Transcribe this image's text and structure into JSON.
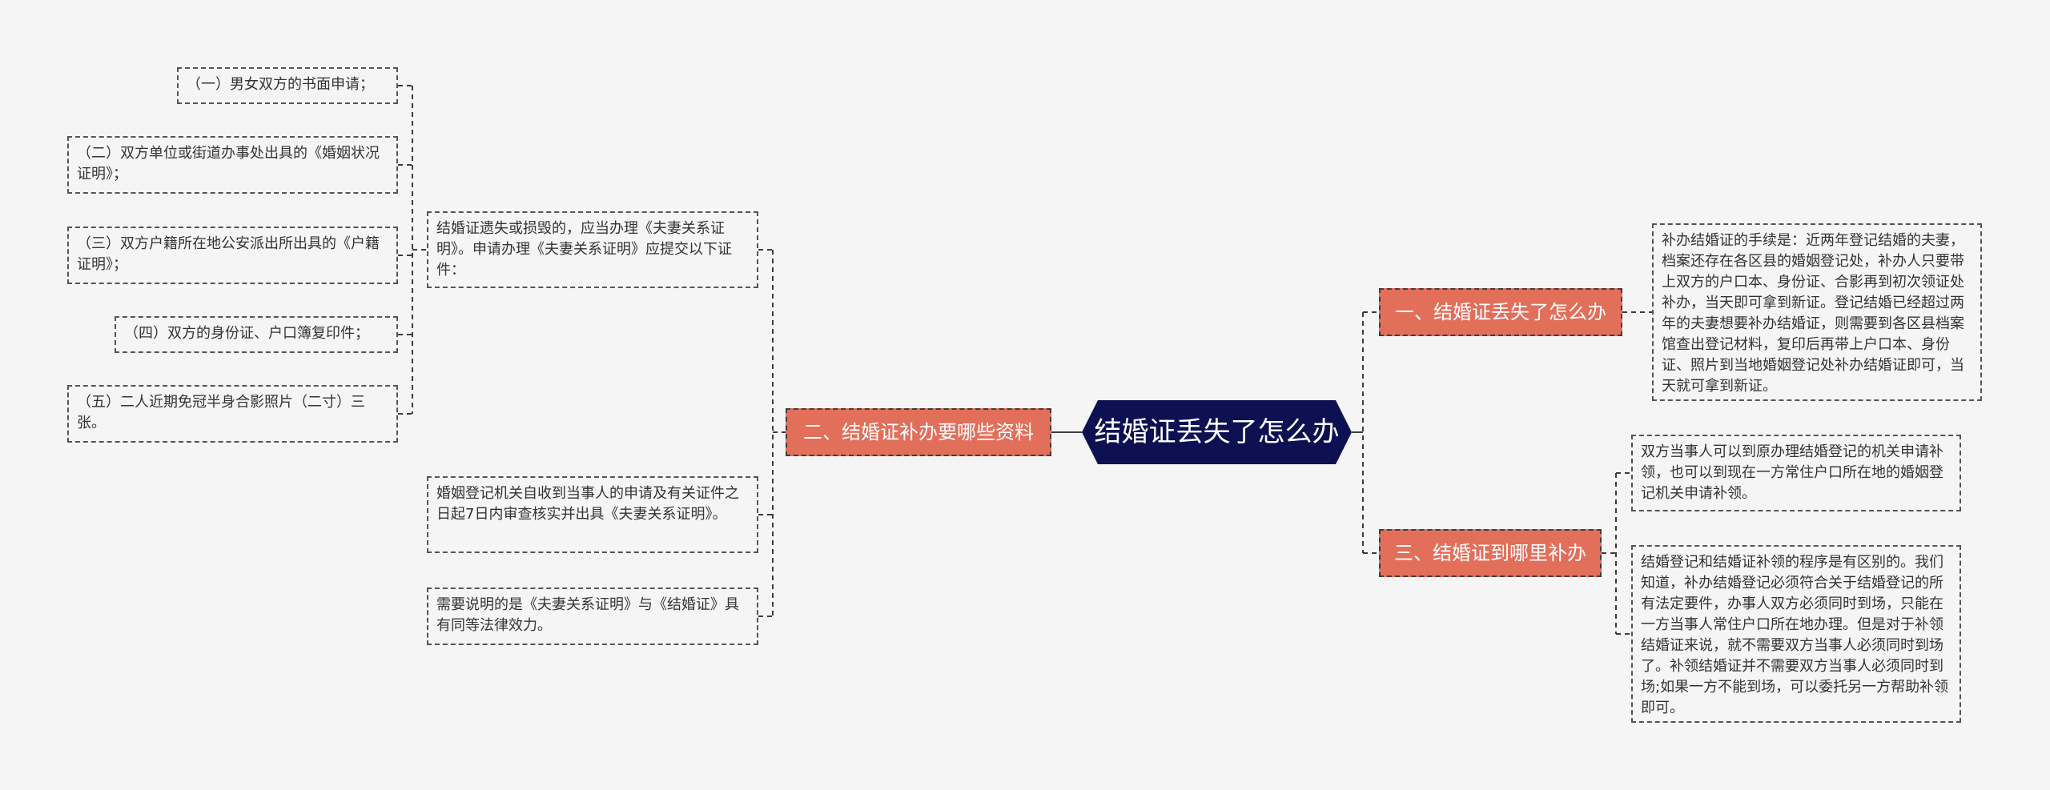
{
  "root": {
    "label": "结婚证丢失了怎么办"
  },
  "branches": [
    {
      "label": "一、结婚证丢失了怎么办"
    },
    {
      "label": "二、结婚证补办要哪些资料"
    },
    {
      "label": "三、结婚证到哪里补办"
    }
  ],
  "b1": {
    "leaf": "补办结婚证的手续是：近两年登记结婚的夫妻，档案还存在各区县的婚姻登记处，补办人只要带上双方的户口本、身份证、合影再到初次领证处补办，当天即可拿到新证。登记结婚已经超过两年的夫妻想要补办结婚证，则需要到各区县档案馆查出登记材料，复印后再带上户口本、身份证、照片到当地婚姻登记处补办结婚证即可，当天就可拿到新证。"
  },
  "b2": {
    "intro": "结婚证遗失或损毁的，应当办理《夫妻关系证明》。申请办理《夫妻关系证明》应提交以下证件：",
    "items": [
      "（一）男女双方的书面申请；",
      "（二）双方单位或街道办事处出具的《婚姻状况证明》；",
      "（三）双方户籍所在地公安派出所出具的《户籍证明》；",
      "（四）双方的身份证、户口簿复印件；",
      "（五）二人近期免冠半身合影照片（二寸）三张。"
    ],
    "issue": "婚姻登记机关自收到当事人的申请及有关证件之日起7日内审查核实并出具《夫妻关系证明》。",
    "note": "需要说明的是《夫妻关系证明》与《结婚证》具有同等法律效力。"
  },
  "b3": {
    "leaf1": "双方当事人可以到原办理结婚登记的机关申请补领，也可以到现在一方常住户口所在地的婚姻登记机关申请补领。",
    "leaf2": "结婚登记和结婚证补领的程序是有区别的。我们知道，补办结婚登记必须符合关于结婚登记的所有法定要件，办事人双方必须同时到场，只能在一方当事人常住户口所在地办理。但是对于补领结婚证来说，就不需要双方当事人必须同时到场了。补领结婚证并不需要双方当事人必须同时到场;如果一方不能到场，可以委托另一方帮助补领即可。"
  },
  "colors": {
    "root": "#0d1152",
    "branch": "#e16f5a",
    "line": "#3d3d3d",
    "background": "#f5f5f6"
  }
}
